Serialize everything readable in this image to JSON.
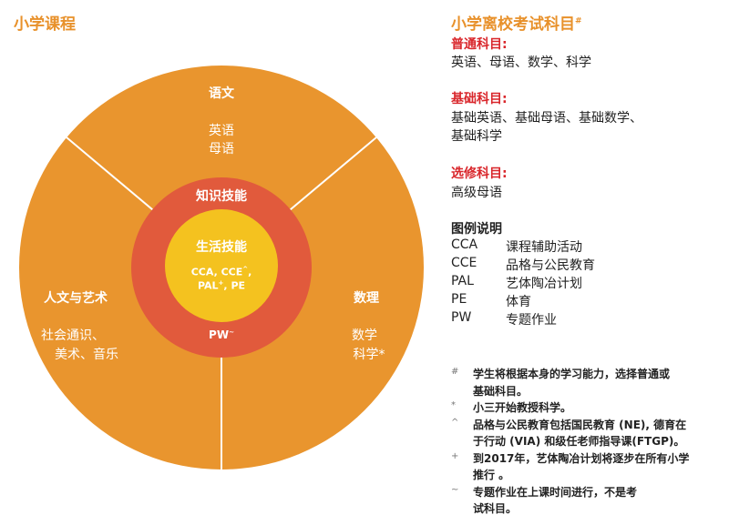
{
  "left_title": "小学课程",
  "colors": {
    "outer": "#E9952E",
    "middle": "#E15A3C",
    "inner": "#F4C21F",
    "heading": "#E8912B",
    "subheading": "#D9262B"
  },
  "diagram": {
    "top_sector": {
      "title": "语文",
      "items": [
        "英语",
        "母语"
      ]
    },
    "left_sector": {
      "title": "人文与艺术",
      "items": [
        "社会通识、",
        "美术、音乐"
      ]
    },
    "right_sector": {
      "title": "数理",
      "items": [
        "数学",
        "科学*"
      ]
    },
    "middle_ring": {
      "title": "知识技能",
      "bottom": "PW",
      "bottom_sup": "~"
    },
    "inner_core": {
      "title": "生活技能",
      "line1_a": "CCA, CCE",
      "line1_sup": "^",
      "line1_b": ",",
      "line2_a": "PAL",
      "line2_sup": "+",
      "line2_b": ", PE"
    }
  },
  "right": {
    "title": "小学离校考试科目",
    "title_mark": "#",
    "groups": [
      {
        "heading": "普通科目:",
        "lines": [
          "英语、母语、数学、科学"
        ]
      },
      {
        "heading": "基础科目:",
        "lines": [
          "基础英语、基础母语、基础数学、",
          "基础科学"
        ]
      },
      {
        "heading": "选修科目:",
        "lines": [
          "高级母语"
        ]
      }
    ],
    "legend_title": "图例说明",
    "legend": [
      {
        "abbr": "CCA",
        "meaning": "课程辅助活动"
      },
      {
        "abbr": "CCE",
        "meaning": "品格与公民教育"
      },
      {
        "abbr": "PAL",
        "meaning": "艺体陶冶计划"
      },
      {
        "abbr": "PE",
        "meaning": "体育"
      },
      {
        "abbr": "PW",
        "meaning": "专题作业"
      }
    ],
    "footnotes": [
      {
        "mark": "#",
        "lines": [
          "学生将根据本身的学习能力，选择普通或",
          "基础科目。"
        ]
      },
      {
        "mark": "*",
        "lines": [
          "小三开始教授科学。"
        ]
      },
      {
        "mark": "^",
        "lines": [
          "品格与公民教育包括国民教育 (NE), 德育在",
          "于行动 (VIA) 和级任老师指导课(FTGP)。"
        ]
      },
      {
        "mark": "+",
        "lines": [
          "到2017年，艺体陶冶计划将逐步在所有小学",
          "推行 。"
        ]
      },
      {
        "mark": "~",
        "lines": [
          "专题作业在上课时间进行，不是考",
          "试科目。"
        ]
      }
    ]
  }
}
